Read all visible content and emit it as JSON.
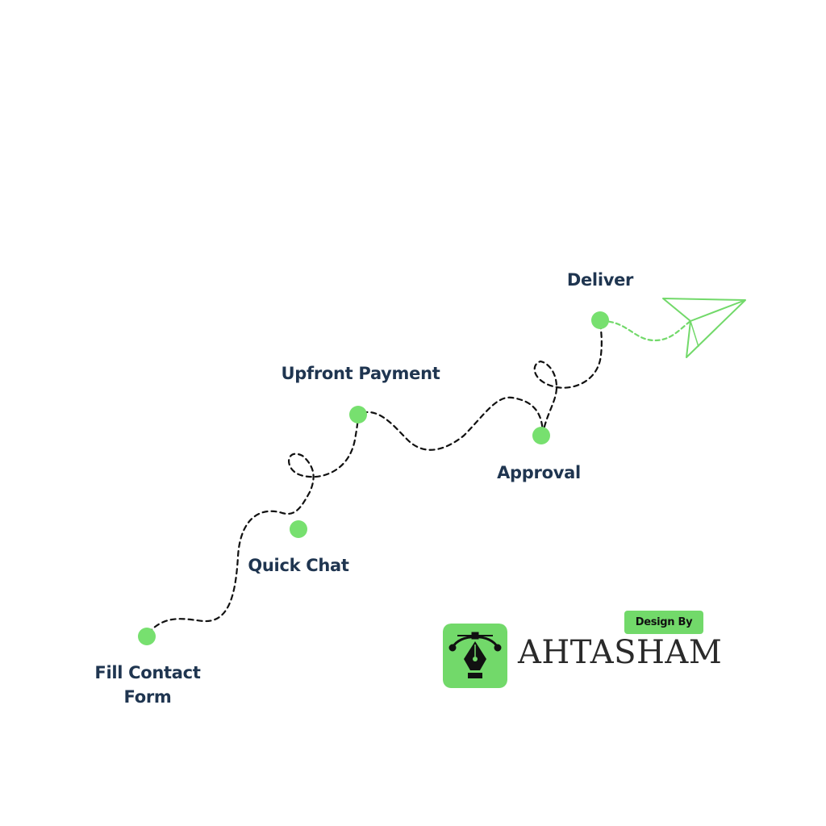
{
  "colors": {
    "label_text": "#1f3550",
    "node_fill": "#77e06f",
    "path_stroke": "#111111",
    "accent_green": "#72d96a",
    "brand_text": "#2a2a2a"
  },
  "steps": [
    {
      "id": "fill-contact-form",
      "label": "Fill Contact Form"
    },
    {
      "id": "quick-chat",
      "label": "Quick Chat"
    },
    {
      "id": "upfront-payment",
      "label": "Upfront Payment"
    },
    {
      "id": "approval",
      "label": "Approval"
    },
    {
      "id": "deliver",
      "label": "Deliver"
    }
  ],
  "end_icon": "paper-plane-icon",
  "branding": {
    "badge": "Design By",
    "name": "AHTASHAM",
    "logo_icon": "pen-tool-icon"
  }
}
